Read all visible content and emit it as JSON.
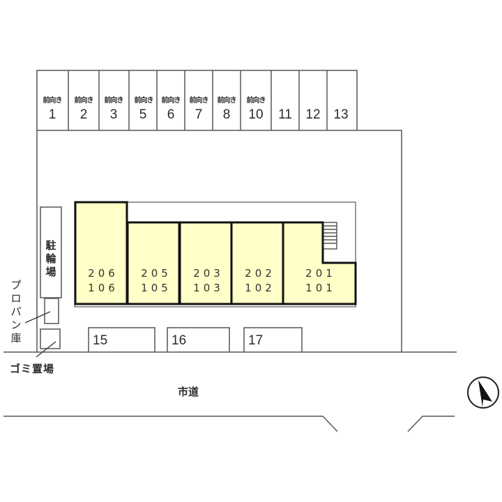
{
  "parking_top": [
    {
      "num": "1",
      "note": "前向き"
    },
    {
      "num": "2",
      "note": "前向き"
    },
    {
      "num": "3",
      "note": "前向き"
    },
    {
      "num": "5",
      "note": "前向き"
    },
    {
      "num": "6",
      "note": "前向き"
    },
    {
      "num": "7",
      "note": "前向き"
    },
    {
      "num": "8",
      "note": "前向き"
    },
    {
      "num": "10",
      "note": "前向き"
    },
    {
      "num": "11",
      "note": ""
    },
    {
      "num": "12",
      "note": ""
    },
    {
      "num": "13",
      "note": ""
    }
  ],
  "parking_bottom": [
    "15",
    "16",
    "17"
  ],
  "units": [
    {
      "upper": "206",
      "lower": "106"
    },
    {
      "upper": "205",
      "lower": "105"
    },
    {
      "upper": "203",
      "lower": "103"
    },
    {
      "upper": "202",
      "lower": "102"
    },
    {
      "upper": "201",
      "lower": "101"
    }
  ],
  "labels": {
    "bicycle_parking": "駐輪場",
    "propane_storage": "プロパン庫",
    "garbage_area": "ゴミ置場",
    "city_road": "市道"
  },
  "compass": {
    "icon": "north-arrow-icon",
    "direction": "NW"
  },
  "colors": {
    "unit_fill": "#ffffc8",
    "line": "#555555",
    "wall": "#111111"
  }
}
